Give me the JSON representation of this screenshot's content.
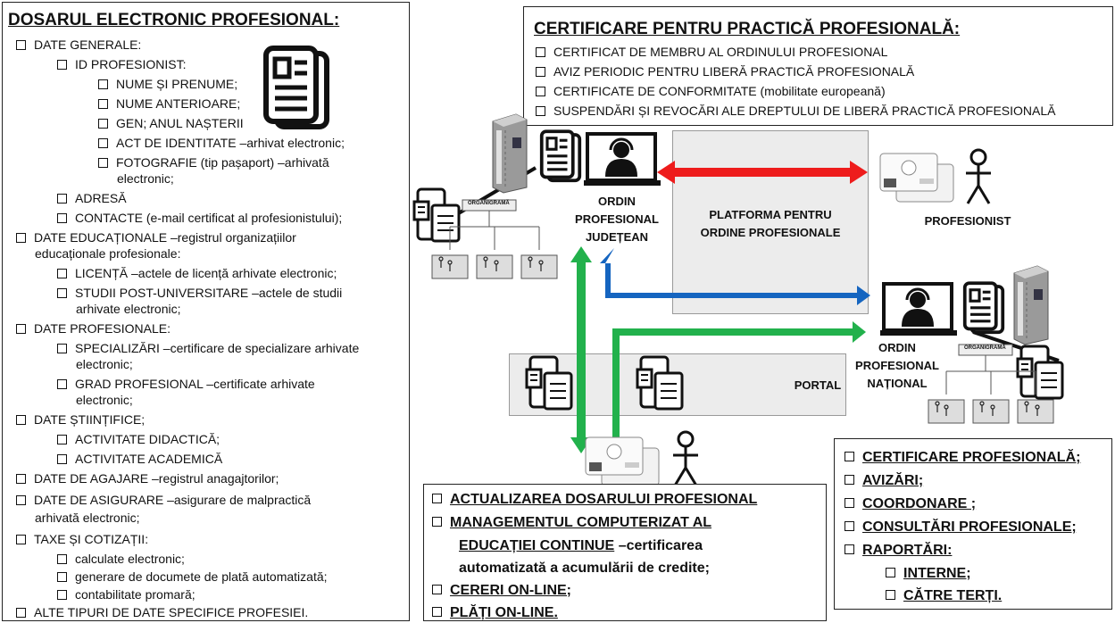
{
  "left_panel": {
    "title": "DOSARUL ELECTRONIC PROFESIONAL:",
    "items": [
      "DATE GENERALE:",
      "ID PROFESIONIST:",
      "NUME ȘI PRENUME;",
      "NUME ANTERIOARE;",
      "GEN; ANUL NAȘTERII",
      "ACT DE IDENTITATE –arhivat electronic;",
      "FOTOGRAFIE (tip pașaport) –arhivată",
      "electronic;",
      "ADRESĂ",
      "CONTACTE (e-mail certificat al profesionistului);",
      "DATE EDUCAȚIONALE –registrul organizațiilor",
      "educaționale profesionale:",
      "LICENȚĂ –actele de licență arhivate electronic;",
      "STUDII POST-UNIVERSITARE –actele de studii",
      "arhivate electronic;",
      "DATE PROFESIONALE:",
      "SPECIALIZĂRI –certificare de specializare arhivate",
      "electronic;",
      "GRAD PROFESIONAL –certificate arhivate",
      "electronic;",
      "DATE ȘTIINȚIFICE;",
      "ACTIVITATE DIDACTICĂ;",
      "ACTIVITATE ACADEMICĂ",
      "DATE DE AGAJARE –registrul anagajtorilor;",
      "DATE DE ASIGURARE –asigurare de malpractică",
      "arhivată electronic;",
      "TAXE ȘI COTIZAȚII:",
      "calculate electronic;",
      "generare de documete de plată automatizată;",
      "contabilitate promară;",
      "ALTE TIPURI DE DATE SPECIFICE PROFESIEI."
    ]
  },
  "cert_panel": {
    "title": "CERTIFICARE PENTRU PRACTICĂ PROFESIONALĂ:",
    "items": [
      "CERTIFICAT DE MEMBRU AL ORDINULUI PROFESIONAL",
      "AVIZ PERIODIC PENTRU LIBERĂ PRACTICĂ PROFESIONALĂ",
      "CERTIFICATE DE CONFORMITATE (mobilitate europeană)",
      "SUSPENDĂRI ȘI REVOCĂRI ALE DREPTULUI DE LIBERĂ PRACTICĂ PROFESIONALĂ"
    ]
  },
  "diagram": {
    "ordin_judetean": [
      "ORDIN",
      "PROFESIONAL",
      "JUDEȚEAN"
    ],
    "platforma": [
      "PLATFORMA PENTRU",
      "ORDINE PROFESIONALE"
    ],
    "ordin_national": [
      "ORDIN",
      "PROFESIONAL",
      "NAȚIONAL"
    ],
    "portal": "PORTAL",
    "profesionist_top": "PROFESIONIST",
    "profesionist_bottom": "PROFESIONIST",
    "organigrama": "ORGANIGRAMĂ",
    "colors": {
      "red_arrow": "#ee1c1c",
      "blue_arrow": "#1565c0",
      "green_arrow": "#22b14c",
      "platform_bg": "#ececec"
    }
  },
  "bottom_middle": {
    "items": [
      "ACTUALIZAREA DOSARULUI PROFESIONAL",
      "MANAGEMENTUL COMPUTERIZAT AL",
      "EDUCAȚIEI CONTINUE",
      "–certificarea",
      "automatizată a acumulării de credite;",
      "CERERI ON-LINE;",
      "PLĂȚI ON-LINE."
    ]
  },
  "bottom_right": {
    "items": [
      "CERTIFICARE PROFESIONALĂ;",
      "AVIZĂRI;",
      "COORDONARE ;",
      "CONSULTĂRI PROFESIONALE;",
      "RAPORTĂRI:",
      "INTERNE;",
      "CĂTRE TERȚI."
    ]
  }
}
